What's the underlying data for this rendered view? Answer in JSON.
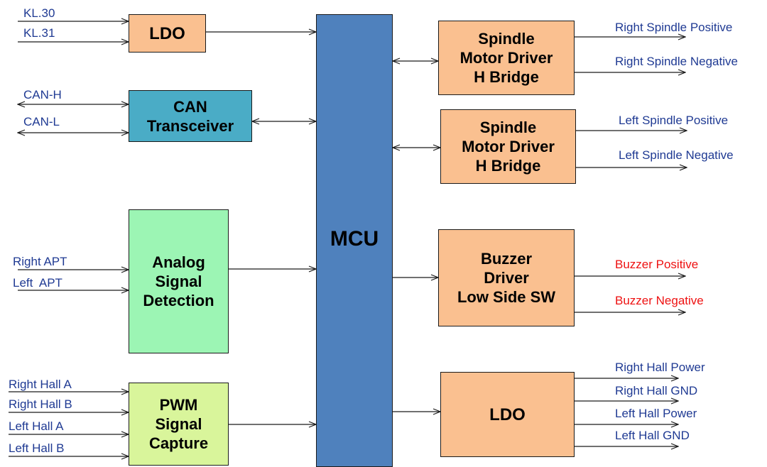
{
  "colors": {
    "wire": "#1a1a1a",
    "label_text": "#1f3a93",
    "buzzer_text": "#ee1111",
    "mcu": "#4f81bd",
    "ldo": "#fac090",
    "can": "#4aacc6",
    "analog": "#9cf5b4",
    "pwm": "#d9f59b"
  },
  "blocks": {
    "ldo_top": "LDO",
    "can": "CAN\nTransceiver",
    "analog": "Analog\nSignal\nDetection",
    "pwm": "PWM\nSignal\nCapture",
    "mcu": "MCU",
    "spindle_right": "Spindle\nMotor Driver\nH Bridge",
    "spindle_left": "Spindle\nMotor Driver\nH Bridge",
    "buzzer": "Buzzer\nDriver\nLow Side SW",
    "ldo_bottom": "LDO"
  },
  "inputs": {
    "kl30": "KL.30",
    "kl31": "KL.31",
    "can_h": "CAN-H",
    "can_l": "CAN-L",
    "right_apt": "Right APT",
    "left_apt": "Left  APT",
    "right_hall_a": "Right Hall A",
    "right_hall_b": "Right Hall B",
    "left_hall_a": "Left Hall A",
    "left_hall_b": "Left Hall B"
  },
  "outputs": {
    "right_spindle_positive": "Right Spindle Positive",
    "right_spindle_negative": "Right Spindle Negative",
    "left_spindle_positive": "Left Spindle Positive",
    "left_spindle_negative": "Left Spindle Negative",
    "buzzer_positive": "Buzzer Positive",
    "buzzer_negative": "Buzzer Negative",
    "right_hall_power": "Right Hall Power",
    "right_hall_gnd": "Right Hall GND",
    "left_hall_power": "Left Hall Power",
    "left_hall_gnd": "Left Hall GND"
  }
}
